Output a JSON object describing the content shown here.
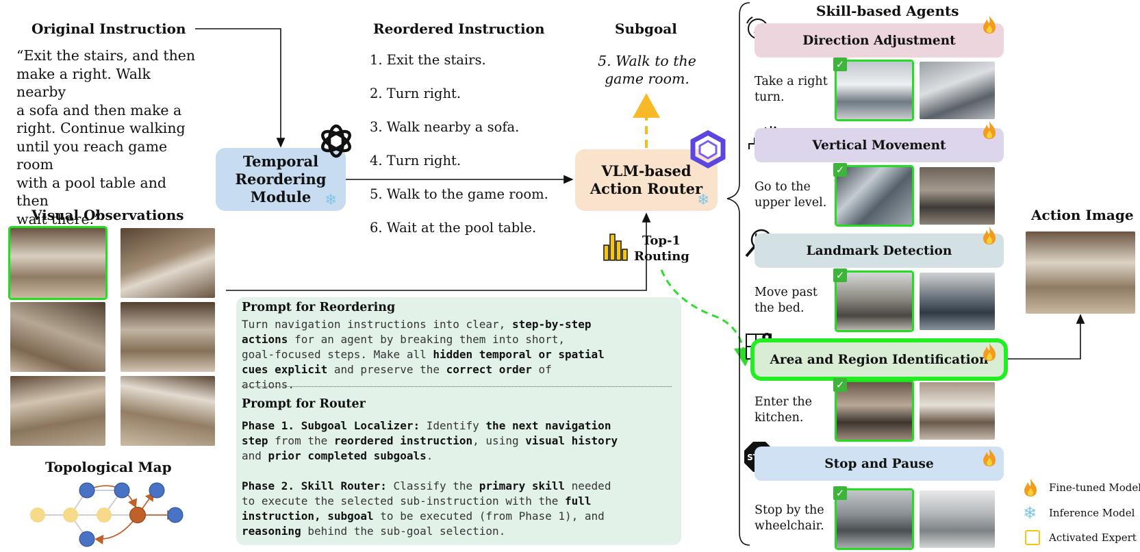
{
  "original": {
    "title": "Original Instruction",
    "lines": [
      "“Exit the stairs, and then",
      "make a right. Walk nearby",
      "a sofa and then make a",
      "right. Continue walking",
      "until you reach game room",
      "with a pool table and then",
      "wait there.”"
    ]
  },
  "reordered": {
    "title": "Reordered Instruction",
    "steps": [
      "1. Exit the stairs.",
      "2. Turn right.",
      "3. Walk nearby a sofa.",
      "4. Turn right.",
      "5. Walk to the game room.",
      "6. Wait at the pool table."
    ]
  },
  "subgoal": {
    "title": "Subgoal",
    "line1": "5. Walk to the",
    "line2": "game room."
  },
  "temporal_module": {
    "line1": "Temporal",
    "line2": "Reordering",
    "line3": "Module"
  },
  "vlm_router": {
    "line1": "VLM-based",
    "line2": "Action Router"
  },
  "routing": {
    "line1": "Top-1",
    "line2": "Routing"
  },
  "visual_obs": {
    "title": "Visual Observations"
  },
  "topo_map": {
    "title": "Topological Map"
  },
  "prompt_reorder": {
    "title": "Prompt for Reordering",
    "l1a": "  Turn navigation instructions into clear, ",
    "l1b": "step-by-step",
    "l2a": "actions",
    "l2b": " for an agent by breaking them into short,",
    "l3": "goal-focused steps. Make all ",
    "l3b": "hidden temporal or spatial",
    "l4a": "cues explicit",
    "l4b": " and preserve the ",
    "l4c": "correct order",
    "l4d": " of",
    "l5": "actions."
  },
  "prompt_router": {
    "title": "Prompt for Router",
    "p1a": "Phase 1. Subgoal Localizer:",
    "p1b": " Identify ",
    "p1c": "the next navigation",
    "p2a": "step",
    "p2b": " from the ",
    "p2c": "reordered instruction",
    "p2d": ", using ",
    "p2e": "visual history",
    "p3a": "and ",
    "p3b": "prior completed subgoals",
    "p3c": ".",
    "q1a": "Phase 2. Skill Router:",
    "q1b": " Classify the ",
    "q1c": "primary skill",
    "q1d": " needed",
    "q2a": "to execute the selected sub-instruction with the ",
    "q2b": "full",
    "q3a": "instruction, subgoal",
    "q3b": " to be executed (from Phase 1), and",
    "q4a": "reasoning",
    "q4b": " behind the sub-goal selection."
  },
  "skills": {
    "title": "Skill-based Agents",
    "items": [
      {
        "name": "Direction Adjustment",
        "desc1": "Take a right",
        "desc2": "turn.",
        "color": "#edd5dd"
      },
      {
        "name": "Vertical Movement",
        "desc1": "Go to the",
        "desc2": "upper level.",
        "color": "#ddd5ec"
      },
      {
        "name": "Landmark Detection",
        "desc1": "Move past",
        "desc2": "the bed.",
        "color": "#d4e1e4"
      },
      {
        "name": "Area and Region Identification",
        "desc1": "Enter the",
        "desc2": "kitchen.",
        "color": "#d8edd3"
      },
      {
        "name": "Stop and Pause",
        "desc1": "Stop by the",
        "desc2": "wheelchair.",
        "color": "#cfe1f3"
      }
    ]
  },
  "stop_sign": "STOP",
  "action_image": {
    "title": "Action Image"
  },
  "legend": {
    "fine_tuned": "Fine-tuned Model",
    "inference": "Inference Model",
    "activated": "Activated Expert"
  },
  "colors": {
    "active_green": "#22ee22",
    "arrow_yellow": "#f7b928",
    "dash_green": "#2ddc2d",
    "node_yellow": "#f7d98a",
    "node_blue": "#4a72c4",
    "node_orange": "#c0612a"
  }
}
